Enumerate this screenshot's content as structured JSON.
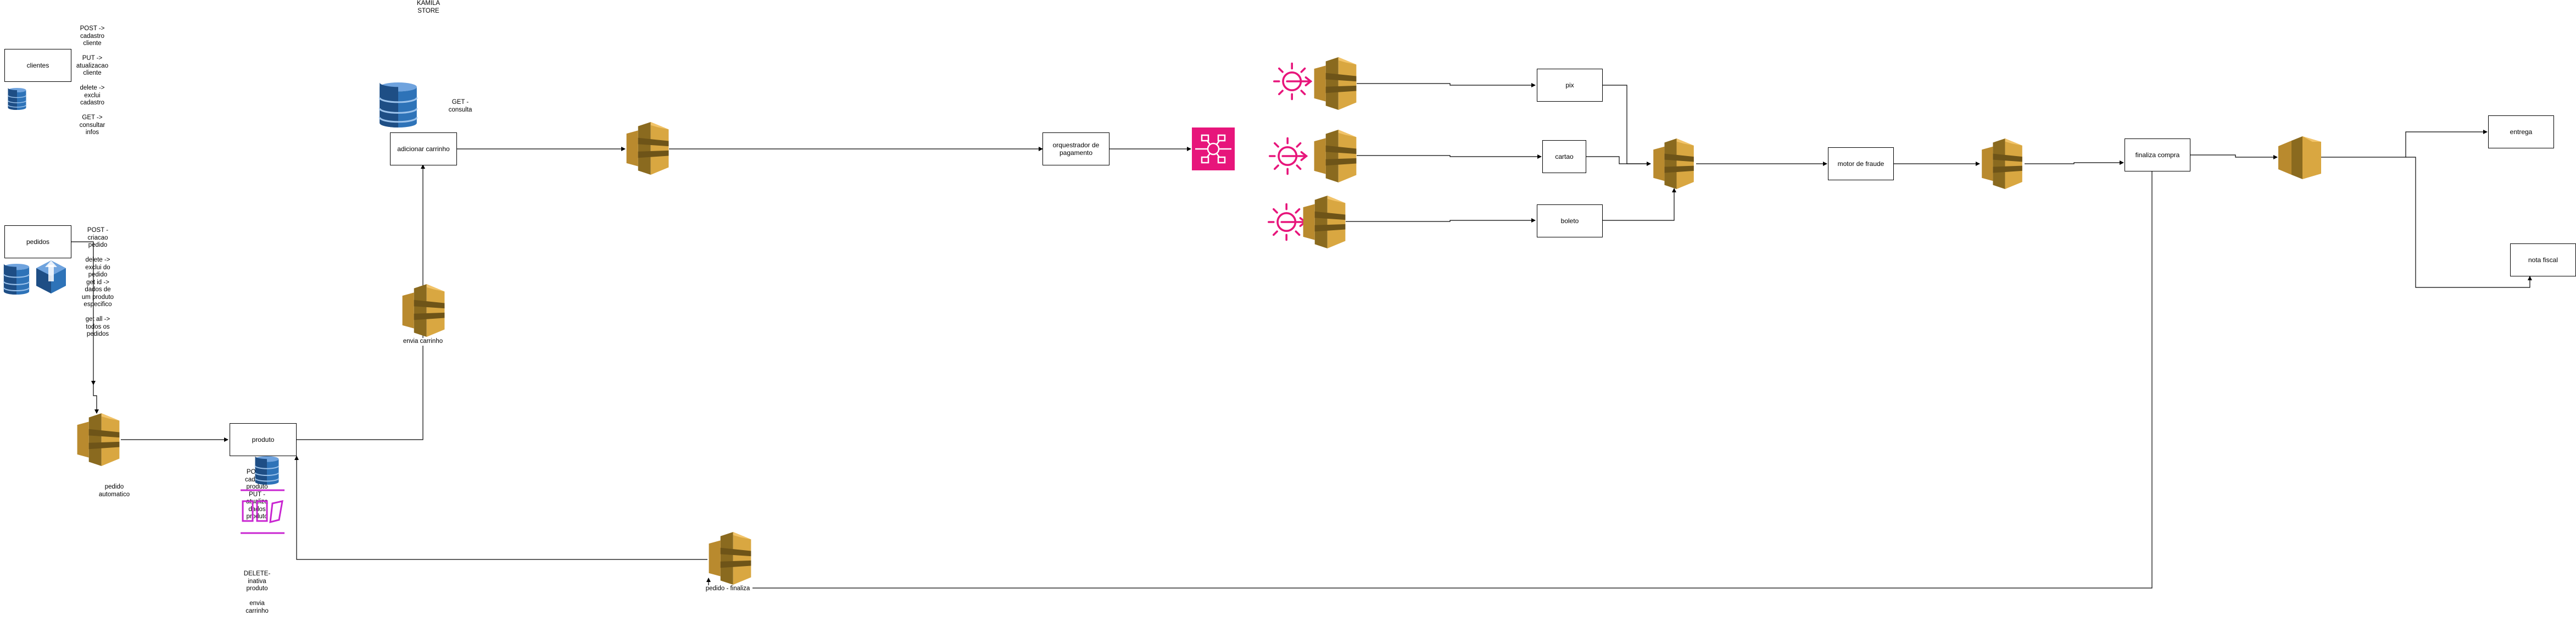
{
  "title": "KAMILA STORE",
  "boxes": {
    "clientes": "clientes",
    "pedidos": "pedidos",
    "produto": "produto",
    "adicionar_carrinho": "adicionar carrinho",
    "orquestrador": "orquestrador de pagamento",
    "pix": "pix",
    "cartao": "cartao",
    "boleto": "boleto",
    "motor_fraude": "motor de fraude",
    "finaliza_compra": "finaliza compra",
    "entrega": "entrega",
    "nota_fiscal": "nota fiscal"
  },
  "labels": {
    "clientes_api": "POST -> cadastro cliente\n\nPUT -> atualizacao cliente\n\ndelete -> exclui cadastro\n\nGET -> consultar infos",
    "pedidos_api": "POST - criacao pedido\n\ndelete -> exclui do pedido\nget id -> dados de um produto especifico\n\nget all -> todos os pedidos",
    "pedido_automatico": "pedido\nautomatico",
    "produto_api_1": "POST - cadastro produto\nPUT - atualiza dados produto",
    "produto_api_2": "DELETE-inativa produto\n\nenvia carrinho",
    "envia_carrinho": "envia carrinho",
    "get_consulta": "GET -\nconsulta",
    "pedido_finaliza": "pedido - finaliza"
  },
  "icons": {
    "queue": "sqs-queue-icon",
    "database": "dynamodb-database-icon",
    "step_functions": "step-functions-icon",
    "event": "eventbridge-event-icon",
    "eventbridge": "eventbridge-bus-icon",
    "api_gateway": "api-gateway-icon",
    "fanout": "sns-fanout-icon"
  },
  "colors": {
    "queue": "#D9A741",
    "queue_dark": "#8A6A1F",
    "db": "#2E73B8",
    "db_dark": "#1E4E85",
    "pink": "#E7157B",
    "magenta": "#C925D1"
  }
}
